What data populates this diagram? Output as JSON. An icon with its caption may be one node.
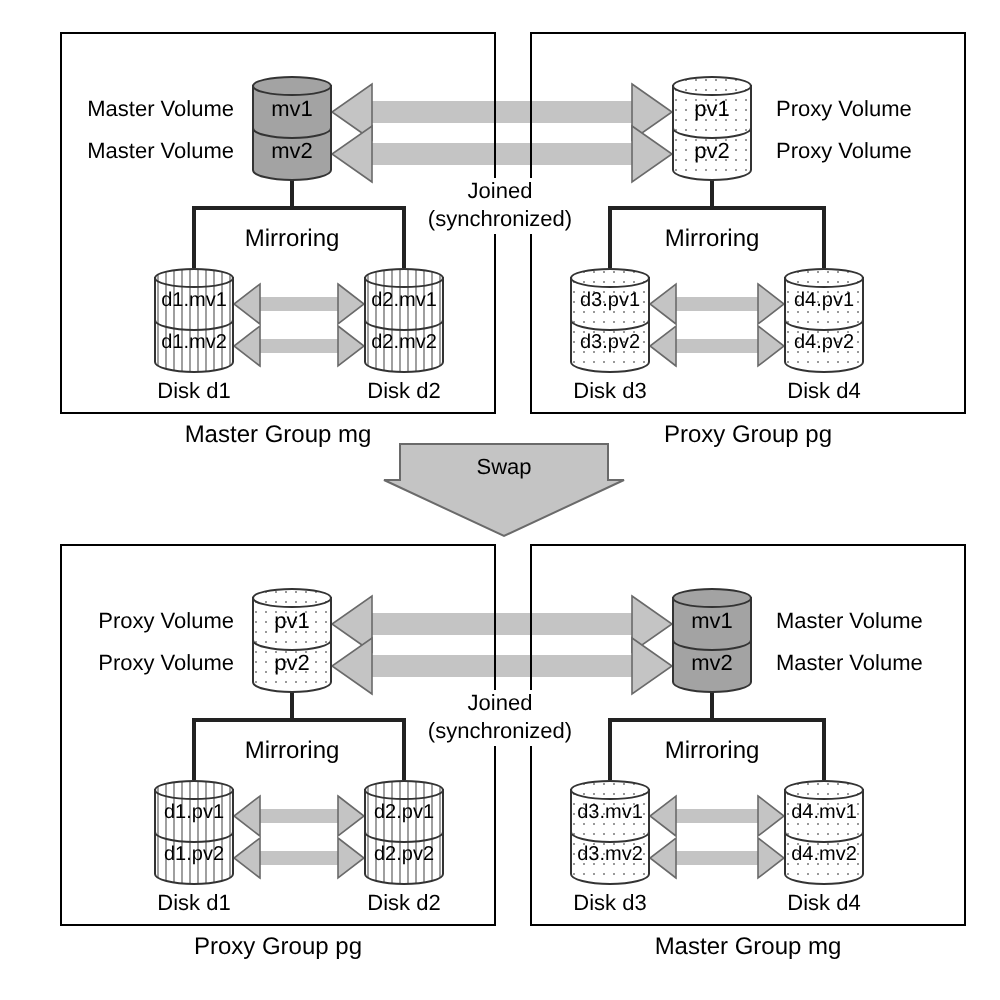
{
  "diagram": {
    "nodes": [
      {
        "text": [
          "Master Group mg"
        ]
      },
      {
        "text": [],
        "shape": "cylinder",
        "in": 0
      },
      {
        "text": [
          "mv1"
        ],
        "in": 1,
        "beside": [
          "Master Volume"
        ]
      },
      {
        "text": [
          "mv2"
        ],
        "in": 1,
        "beside": [
          "Master Volume"
        ]
      },
      {
        "text": [],
        "shape": "cylinder",
        "in": 0,
        "beside": [
          "Disk d1"
        ]
      },
      {
        "text": [
          "d1.mv1"
        ],
        "in": 4
      },
      {
        "text": [
          "d1.mv2"
        ],
        "in": 4
      },
      {
        "text": [],
        "shape": "cylinder",
        "in": 0,
        "beside": [
          "Disk d2"
        ]
      },
      {
        "text": [
          "d2.mv1"
        ],
        "in": 7
      },
      {
        "text": [
          "d2.mv2"
        ],
        "in": 7
      },
      {
        "text": [
          "Proxy Group pg"
        ]
      },
      {
        "text": [],
        "shape": "cylinder",
        "in": 10
      },
      {
        "text": [
          "pv1"
        ],
        "in": 11,
        "beside": [
          "Proxy Volume"
        ]
      },
      {
        "text": [
          "pv2"
        ],
        "in": 11,
        "beside": [
          "Proxy Volume"
        ]
      },
      {
        "text": [],
        "shape": "cylinder",
        "in": 10,
        "beside": [
          "Disk d3"
        ]
      },
      {
        "text": [
          "d3.pv1"
        ],
        "in": 14
      },
      {
        "text": [
          "d3.pv2"
        ],
        "in": 14
      },
      {
        "text": [],
        "shape": "cylinder",
        "in": 10,
        "beside": [
          "Disk d4"
        ]
      },
      {
        "text": [
          "d4.pv1"
        ],
        "in": 17
      },
      {
        "text": [
          "d4.pv2"
        ],
        "in": 17
      },
      {
        "text": [
          "Proxy Group pg"
        ]
      },
      {
        "text": [],
        "shape": "cylinder",
        "in": 20
      },
      {
        "text": [
          "pv1"
        ],
        "in": 21,
        "beside": [
          "Proxy Volume"
        ]
      },
      {
        "text": [
          "pv2"
        ],
        "in": 21,
        "beside": [
          "Proxy Volume"
        ]
      },
      {
        "text": [],
        "shape": "cylinder",
        "in": 20,
        "beside": [
          "Disk d1"
        ]
      },
      {
        "text": [
          "d1.pv1"
        ],
        "in": 24
      },
      {
        "text": [
          "d1.pv2"
        ],
        "in": 24
      },
      {
        "text": [],
        "shape": "cylinder",
        "in": 20,
        "beside": [
          "Disk d2"
        ]
      },
      {
        "text": [
          "d2.pv1"
        ],
        "in": 27
      },
      {
        "text": [
          "d2.pv2"
        ],
        "in": 27
      },
      {
        "text": [
          "Master Group mg"
        ]
      },
      {
        "text": [],
        "shape": "cylinder",
        "in": 30
      },
      {
        "text": [
          "mv1"
        ],
        "in": 31,
        "beside": [
          "Master Volume"
        ]
      },
      {
        "text": [
          "mv2"
        ],
        "in": 31,
        "beside": [
          "Master Volume"
        ]
      },
      {
        "text": [],
        "shape": "cylinder",
        "in": 30,
        "beside": [
          "Disk d3"
        ]
      },
      {
        "text": [
          "d3.mv1"
        ],
        "in": 34
      },
      {
        "text": [
          "d3.mv2"
        ],
        "in": 34
      },
      {
        "text": [],
        "shape": "cylinder",
        "in": 30,
        "beside": [
          "Disk d4"
        ]
      },
      {
        "text": [
          "d4.mv1"
        ],
        "in": 37
      },
      {
        "text": [
          "d4.mv2"
        ],
        "in": 37
      }
    ],
    "edges": [
      {
        "from": 2,
        "to": 12,
        "arrow": "both"
      },
      {
        "from": 3,
        "to": 13,
        "arrow": "both"
      },
      {
        "from": 1,
        "to": 4,
        "arrow": "none",
        "color": "#222222"
      },
      {
        "from": 1,
        "to": 7,
        "arrow": "none",
        "color": "#222222"
      },
      {
        "from": 5,
        "to": 8,
        "arrow": "both"
      },
      {
        "from": 6,
        "to": 9,
        "arrow": "both"
      },
      {
        "from": 11,
        "to": 14,
        "arrow": "none",
        "color": "#222222"
      },
      {
        "from": 11,
        "to": 17,
        "arrow": "none",
        "color": "#222222"
      },
      {
        "from": 15,
        "to": 18,
        "arrow": "both"
      },
      {
        "from": 16,
        "to": 19,
        "arrow": "both"
      },
      {
        "from": 22,
        "to": 32,
        "arrow": "both"
      },
      {
        "from": 23,
        "to": 33,
        "arrow": "both"
      },
      {
        "from": 21,
        "to": 24,
        "arrow": "none",
        "color": "#222222"
      },
      {
        "from": 21,
        "to": 27,
        "arrow": "none",
        "color": "#222222"
      },
      {
        "from": 25,
        "to": 28,
        "arrow": "both"
      },
      {
        "from": 26,
        "to": 29,
        "arrow": "both"
      },
      {
        "from": 31,
        "to": 34,
        "arrow": "none",
        "color": "#222222"
      },
      {
        "from": 31,
        "to": 37,
        "arrow": "none",
        "color": "#222222"
      },
      {
        "from": 35,
        "to": 38,
        "arrow": "both"
      },
      {
        "from": 36,
        "to": 39,
        "arrow": "both"
      }
    ],
    "labels": [
      "Joined (synchronized)",
      "Mirroring",
      "Mirroring",
      "Swap",
      "Joined (synchronized)",
      "Mirroring",
      "Mirroring"
    ]
  }
}
